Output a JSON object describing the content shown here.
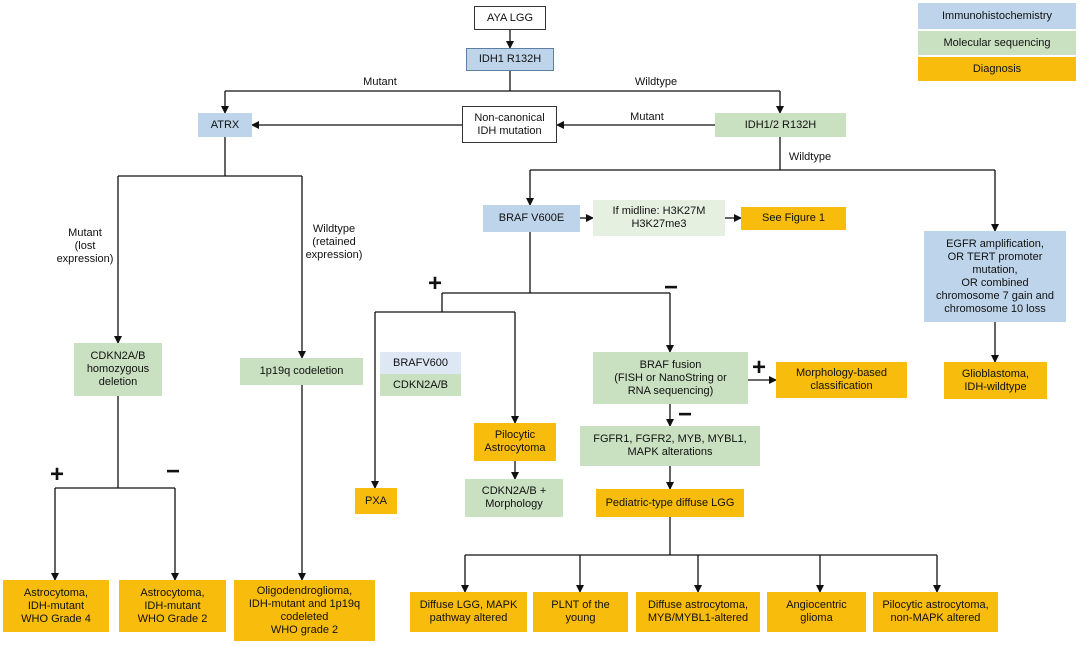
{
  "legend": {
    "ihc": "Immunohistochemistry",
    "mol": "Molecular sequencing",
    "dx": "Diagnosis"
  },
  "colors": {
    "ihc": "#bed4ea",
    "mol": "#c9e0c1",
    "dx": "#f8bc0c"
  },
  "nodes": {
    "aya_lgg": "AYA LGG",
    "idh1": "IDH1 R132H",
    "atrx": "ATRX",
    "noncanonical": "Non-canonical\nIDH mutation",
    "idh12": "IDH1/2 R132H",
    "braf_v600e": "BRAF V600E",
    "midline": "If midline: H3K27M\n        H3K27me3",
    "see_fig1": "See Figure 1",
    "egfr": "EGFR amplification,\nOR TERT promoter\nmutation,\nOR combined\nchromosome 7 gain and\nchromosome 10 loss",
    "cdkn2ab_del": "CDKN2A/B\nhomozygous\ndeletion",
    "codeletion": "1p19q codeletion",
    "brafv600": "BRAFV600",
    "cdkn2ab": "CDKN2A/B",
    "braf_fusion": "BRAF fusion\n(FISH or NanoString or\nRNA sequencing)",
    "morph_class": "Morphology-based\nclassification",
    "glioblastoma": "Glioblastoma,\nIDH-wildtype",
    "pilocytic": "Pilocytic\nAstrocytoma",
    "fgfr": "FGFR1, FGFR2, MYB, MYBL1,\nMAPK alterations",
    "pxa": "PXA",
    "cdkn_morph": "CDKN2A/B +\nMorphology",
    "pediatric": "Pediatric-type diffuse LGG",
    "astro4": "Astrocytoma,\nIDH-mutant\nWHO Grade 4",
    "astro2": "Astrocytoma,\nIDH-mutant\nWHO Grade 2",
    "oligo": "Oligodendroglioma,\nIDH-mutant and 1p19q\ncodeleted\nWHO grade 2",
    "diffuse_mapk": "Diffuse LGG, MAPK\npathway altered",
    "plnt": "PLNT of the\nyoung",
    "diffuse_myb": "Diffuse astrocytoma,\nMYB/MYBL1-altered",
    "angiocentric": "Angiocentric\nglioma",
    "pilocytic_nonmapk": "Pilocytic astrocytoma,\nnon-MAPK altered"
  },
  "labels": {
    "mutant_top": "Mutant",
    "wildtype_top": "Wildtype",
    "mutant_mid": "Mutant",
    "wildtype_idh12": "Wildtype",
    "mutant_lost": "Mutant\n(lost\nexpression)",
    "wildtype_retained": "Wildtype\n(retained\nexpression)"
  },
  "signs": {
    "plus": "+",
    "minus": "−"
  }
}
